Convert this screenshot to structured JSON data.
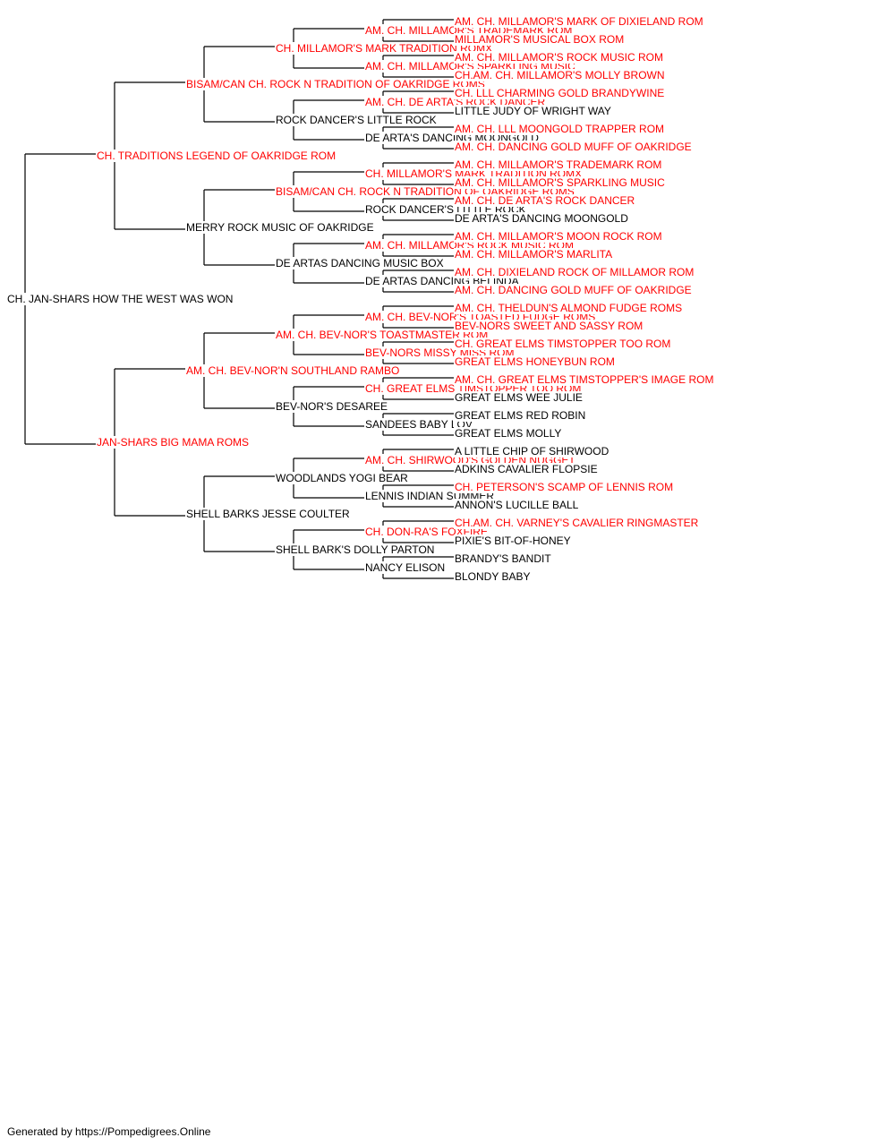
{
  "colors": {
    "titled": "#ff0000",
    "plain": "#000000",
    "line": "#000000"
  },
  "footer": "Generated by https://Pompedigrees.Online",
  "pedigree": [
    {
      "name": "CH. JAN-SHARS HOW THE WEST WAS WON",
      "titled": false
    },
    {
      "name": "CH. TRADITIONS LEGEND OF OAKRIDGE ROM",
      "titled": true
    },
    {
      "name": "JAN-SHARS BIG MAMA ROMS",
      "titled": true
    },
    {
      "name": "BISAM/CAN CH. ROCK N TRADITION OF OAKRIDGE ROMS",
      "titled": true
    },
    {
      "name": "MERRY ROCK MUSIC OF OAKRIDGE",
      "titled": false
    },
    {
      "name": "AM. CH. BEV-NOR'N SOUTHLAND RAMBO",
      "titled": true
    },
    {
      "name": "SHELL BARKS JESSE COULTER",
      "titled": false
    },
    {
      "name": "CH. MILLAMOR'S MARK TRADITION ROMX",
      "titled": true
    },
    {
      "name": "ROCK DANCER'S LITTLE ROCK",
      "titled": false
    },
    {
      "name": "BISAM/CAN CH. ROCK N TRADITION OF OAKRIDGE ROMS",
      "titled": true
    },
    {
      "name": "DE ARTAS DANCING MUSIC BOX",
      "titled": false
    },
    {
      "name": "AM. CH. BEV-NOR'S TOASTMASTER ROM",
      "titled": true
    },
    {
      "name": "BEV-NOR'S DESAREE",
      "titled": false
    },
    {
      "name": "WOODLANDS YOGI BEAR",
      "titled": false
    },
    {
      "name": "SHELL BARK'S DOLLY PARTON",
      "titled": false
    },
    {
      "name": "AM. CH. MILLAMOR'S TRADEMARK ROM",
      "titled": true
    },
    {
      "name": "AM. CH. MILLAMOR'S SPARKLING MUSIC",
      "titled": true
    },
    {
      "name": "AM. CH. DE ARTA'S ROCK DANCER",
      "titled": true
    },
    {
      "name": "DE ARTA'S DANCING MOONGOLD",
      "titled": false
    },
    {
      "name": "CH. MILLAMOR'S MARK TRADITION ROMX",
      "titled": true
    },
    {
      "name": "ROCK DANCER'S LITTLE ROCK",
      "titled": false
    },
    {
      "name": "AM. CH. MILLAMOR'S ROCK MUSIC ROM",
      "titled": true
    },
    {
      "name": "DE ARTAS DANCING BELINDA",
      "titled": false
    },
    {
      "name": "AM. CH. BEV-NOR'S TOASTED FUDGE ROMS",
      "titled": true
    },
    {
      "name": "BEV-NORS MISSY MISS ROM",
      "titled": true
    },
    {
      "name": "CH. GREAT ELMS TIMSTOPPER TOO ROM",
      "titled": true
    },
    {
      "name": "SANDEES BABY LOV",
      "titled": false
    },
    {
      "name": "AM. CH. SHIRWOOD'S GOLDEN NUGGET",
      "titled": true
    },
    {
      "name": "LENNIS INDIAN SUMMER",
      "titled": false
    },
    {
      "name": "CH. DON-RA'S FOXFIRE",
      "titled": true
    },
    {
      "name": "NANCY ELISON",
      "titled": false
    },
    {
      "name": "AM. CH. MILLAMOR'S MARK OF DIXIELAND ROM",
      "titled": true
    },
    {
      "name": "MILLAMOR'S MUSICAL BOX ROM",
      "titled": true
    },
    {
      "name": "AM. CH. MILLAMOR'S ROCK MUSIC ROM",
      "titled": true
    },
    {
      "name": "CH.AM. CH. MILLAMOR'S MOLLY BROWN",
      "titled": true
    },
    {
      "name": "CH. LLL CHARMING GOLD BRANDYWINE",
      "titled": true
    },
    {
      "name": "LITTLE JUDY OF WRIGHT WAY",
      "titled": false
    },
    {
      "name": "AM. CH. LLL MOONGOLD TRAPPER ROM",
      "titled": true
    },
    {
      "name": "AM. CH. DANCING GOLD MUFF OF OAKRIDGE",
      "titled": true
    },
    {
      "name": "AM. CH. MILLAMOR'S TRADEMARK ROM",
      "titled": true
    },
    {
      "name": "AM. CH. MILLAMOR'S SPARKLING MUSIC",
      "titled": true
    },
    {
      "name": "AM. CH. DE ARTA'S ROCK DANCER",
      "titled": true
    },
    {
      "name": "DE ARTA'S DANCING MOONGOLD",
      "titled": false
    },
    {
      "name": "AM. CH. MILLAMOR'S MOON ROCK ROM",
      "titled": true
    },
    {
      "name": "AM. CH. MILLAMOR'S MARLITA",
      "titled": true
    },
    {
      "name": "AM. CH. DIXIELAND ROCK OF MILLAMOR ROM",
      "titled": true
    },
    {
      "name": "AM. CH. DANCING GOLD MUFF OF OAKRIDGE",
      "titled": true
    },
    {
      "name": "AM. CH. THELDUN'S ALMOND FUDGE ROMS",
      "titled": true
    },
    {
      "name": "BEV-NORS SWEET AND SASSY ROM",
      "titled": true
    },
    {
      "name": "CH. GREAT ELMS TIMSTOPPER TOO ROM",
      "titled": true
    },
    {
      "name": "GREAT ELMS HONEYBUN ROM",
      "titled": true
    },
    {
      "name": "AM. CH. GREAT ELMS TIMSTOPPER'S IMAGE ROM",
      "titled": true
    },
    {
      "name": "GREAT ELMS WEE JULIE",
      "titled": false
    },
    {
      "name": "GREAT ELMS RED ROBIN",
      "titled": false
    },
    {
      "name": "GREAT ELMS MOLLY",
      "titled": false
    },
    {
      "name": "A LITTLE CHIP OF SHIRWOOD",
      "titled": false
    },
    {
      "name": "ADKINS CAVALIER FLOPSIE",
      "titled": false
    },
    {
      "name": "CH. PETERSON'S SCAMP OF LENNIS ROM",
      "titled": true
    },
    {
      "name": "ANNON'S LUCILLE BALL",
      "titled": false
    },
    {
      "name": "CH.AM. CH. VARNEY'S CAVALIER RINGMASTER",
      "titled": true
    },
    {
      "name": "PIXIE'S BIT-OF-HONEY",
      "titled": false
    },
    {
      "name": "BRANDY'S BANDIT",
      "titled": false
    },
    {
      "name": "BLONDY BABY",
      "titled": false
    }
  ]
}
